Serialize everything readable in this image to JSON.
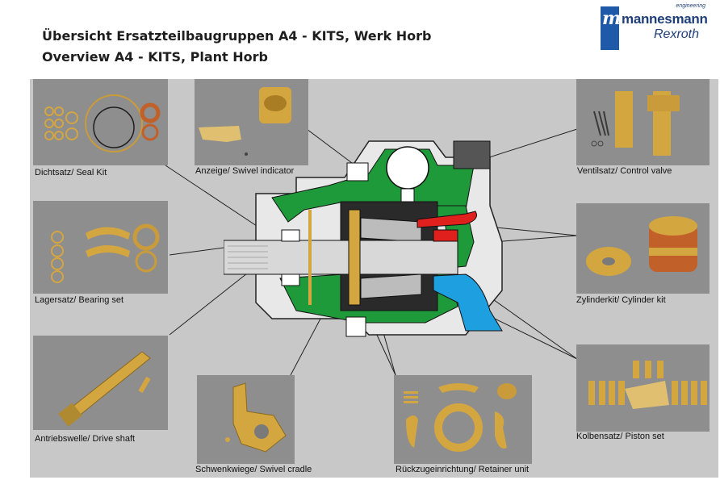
{
  "header": {
    "title_de": "Übersicht Ersatzteilbaugruppen  A4 - KITS, Werk Horb",
    "title_en": "Overview  A4 - KITS, Plant Horb"
  },
  "logo": {
    "engineering": "engineering",
    "brand": "mannesmann",
    "sub": "Rexroth",
    "mark": "m"
  },
  "kits": [
    {
      "id": "seal",
      "label": "Dichtsatz/ Seal Kit"
    },
    {
      "id": "swivel-indicator",
      "label": "Anzeige/ Swivel indicator"
    },
    {
      "id": "control-valve",
      "label": "Ventilsatz/ Control valve"
    },
    {
      "id": "bearing",
      "label": "Lagersatz/ Bearing set"
    },
    {
      "id": "cylinder",
      "label": "Zylinderkit/ Cylinder kit"
    },
    {
      "id": "drive-shaft",
      "label": "Antriebswelle/ Drive shaft"
    },
    {
      "id": "piston",
      "label": "Kolbensatz/ Piston set"
    },
    {
      "id": "swivel-cradle",
      "label": "Schwenkwiege/ Swivel cradle"
    },
    {
      "id": "retainer",
      "label": "Rückzugeinrichtung/ Retainer unit"
    }
  ],
  "colors": {
    "panel": "#c8c8c8",
    "photo_bg": "#8e8e8e",
    "green": "#1f9a3a",
    "red": "#e0201c",
    "blue": "#1ea0e0",
    "brass": "#d4a640",
    "logo_blue": "#1f5aa8"
  }
}
